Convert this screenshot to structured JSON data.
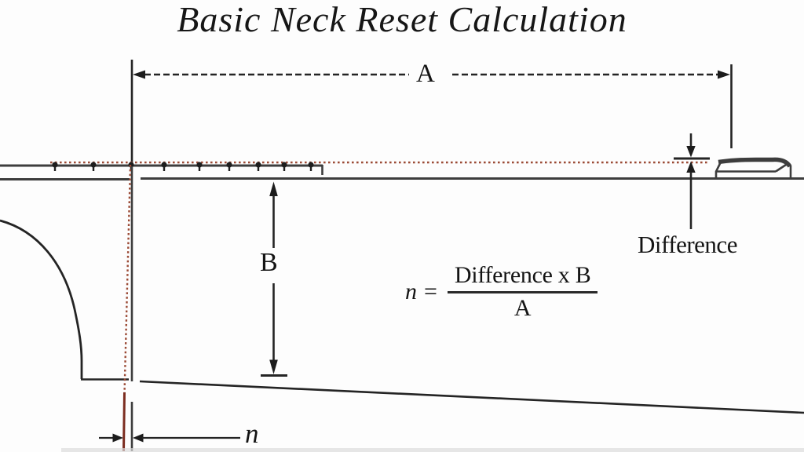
{
  "title": "Basic Neck Reset Calculation",
  "dimensions": {
    "a_label": "A",
    "b_label": "B",
    "difference_label": "Difference",
    "n_label": "n"
  },
  "formula": {
    "lhs": "n",
    "equals_sign": "=",
    "numerator": "Difference x B",
    "denominator": "A"
  },
  "colors": {
    "ink": "#242424",
    "structure_gray": "#3d3d3d",
    "straightedge_red_dotted": "#9b4a35",
    "background": "#fdfdfd"
  }
}
